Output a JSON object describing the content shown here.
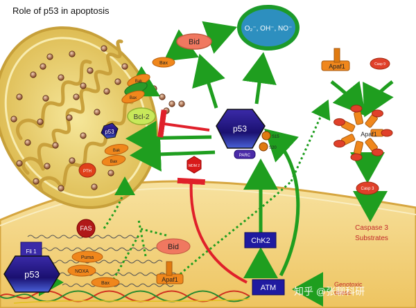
{
  "title": "Role of p53 in apoptosis",
  "labels": {
    "bid_top": "Bid",
    "bid_bottom": "Bid",
    "ros": "O₂⁻, OH⁻, NO⁻",
    "bax_top": "Bax",
    "bcl2": "Bcl-2",
    "p53_mito": "p53",
    "p53_center": "p53",
    "p53_nucleus": "p53",
    "mdm2": "MDM 2",
    "parc": "PARC",
    "s15": "S15",
    "s20": "S20",
    "bak_upper": "Bak",
    "bax_upper": "Bax",
    "bak_lower": "Bak",
    "bax_lower": "Bax",
    "pth": "PTH",
    "apaf1_top": "Apaf1",
    "apaf1_cluster": "Apaf1",
    "apaf1_nucleus": "Apaf1",
    "casp9_top": "Casp 9",
    "casp3": "Casp 3",
    "caspase_substrates_line1": "Caspase 3",
    "caspase_substrates_line2": "Substrates",
    "chk2": "ChK2",
    "atm": "ATM",
    "fas": "FAS",
    "puma": "Puma",
    "noxa": "NOXA",
    "bax_nucleus": "Bax",
    "dna_damage_line1": "Genotoxic",
    "dna_damage_line2": "stress",
    "fli": "Fli 1"
  },
  "watermark": "知乎 @张聊科研",
  "colors": {
    "activation": "#1f9e1f",
    "inhibition": "#e0202a",
    "p53_fill": "#2a1a8c",
    "mito_outer": "#d8b84a",
    "mito_inner": "#efe08a",
    "cytochrome": "#9c5a3a",
    "nucleus": "#f4d27a",
    "ros_fill": "#2d8fbf",
    "ros_ring": "#1c9a2a",
    "orange": "#f0871c",
    "bid": "#f07860",
    "chk2": "#1f1aa0",
    "atm": "#1f1aa0",
    "caspase_text": "#c0282a"
  }
}
